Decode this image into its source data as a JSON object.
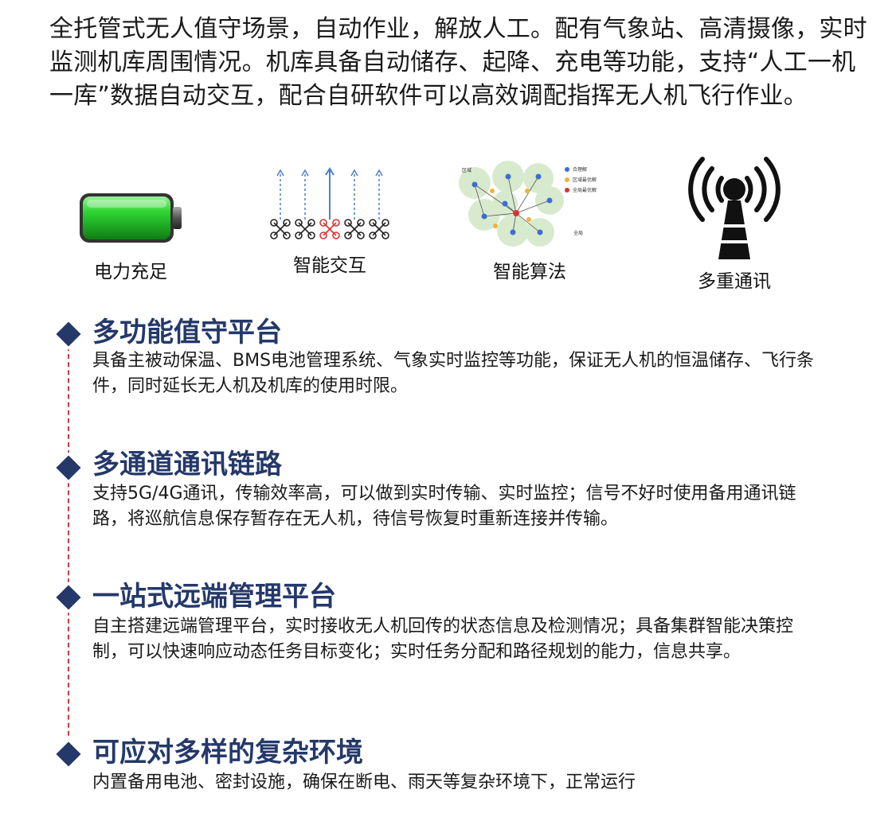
{
  "intro": "全托管式无人值守场景，自动作业，解放人工。配有气象站、高清摄像，实时监测机库周围情况。机库具备自动储存、起降、充电等功能，支持“人工一机一库”数据自动交互，配合自研软件可以高效调配指挥无人机飞行作业。",
  "features": [
    {
      "label": "电力充足",
      "icon": "battery-icon"
    },
    {
      "label": "智能交互",
      "icon": "drone-swarm-icon"
    },
    {
      "label": "智能算法",
      "icon": "network-graph-icon"
    },
    {
      "label": "多重通讯",
      "icon": "signal-tower-icon"
    }
  ],
  "algorithm_legend": {
    "left_top": "区域",
    "item1": "合理解",
    "item2": "区域最优解",
    "item3": "全局最优解",
    "bottom": "全局"
  },
  "sections": [
    {
      "title": "多功能值守平台",
      "body": "具备主被动保温、BMS电池管理系统、气象实时监控等功能，保证无人机的恒温储存、飞行条件，同时延长无人机及机库的使用时限。"
    },
    {
      "title": "多通道通讯链路",
      "body": "支持5G/4G通讯，传输效率高，可以做到实时传输、实时监控；信号不好时使用备用通讯链路，将巡航信息保存暂存在无人机，待信号恢复时重新连接并传输。"
    },
    {
      "title": "一站式远端管理平台",
      "body": "自主搭建远端管理平台，实时接收无人机回传的状态信息及检测情况；具备集群智能决策控制，可以快速响应动态任务目标变化；实时任务分配和路径规划的能力，信息共享。"
    },
    {
      "title": "可应对多样的复杂环境",
      "body": "内置备用电池、密封设施，确保在断电、雨天等复杂环境下，正常运行"
    }
  ],
  "colors": {
    "title": "#24386a",
    "timeline": "#d33a3a",
    "battery": "#22c52a",
    "drone_highlight": "#e03030",
    "arrow": "#4a7fd0"
  }
}
